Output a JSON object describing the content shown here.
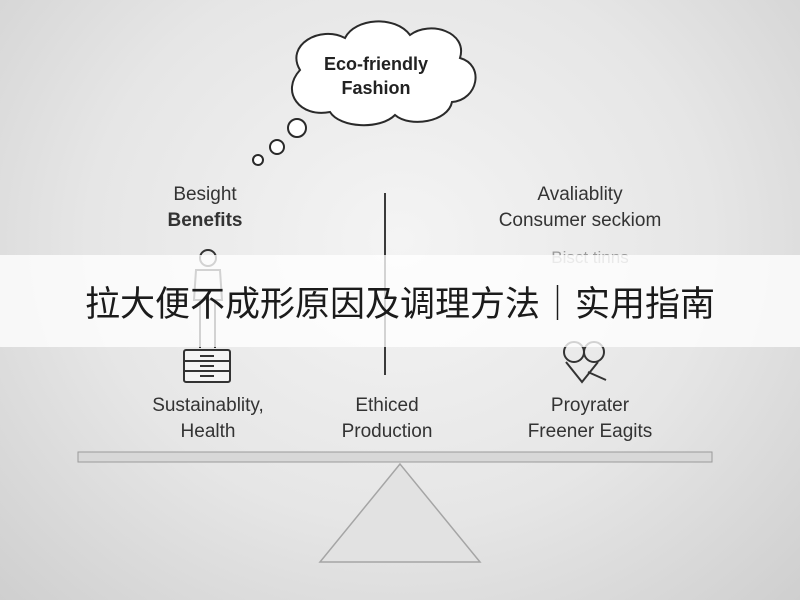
{
  "thought_bubble": {
    "line1": "Eco-friendly",
    "line2": "Fashion"
  },
  "left_top": {
    "line1": "Besight",
    "line2": "Benefits"
  },
  "right_top": {
    "line1": "Avaliablity",
    "line2": "Consumer seckiom"
  },
  "right_mid_faded": "Bisct tinns",
  "left_bottom": {
    "line1": "Sustainablity,",
    "line2": "Health"
  },
  "center_bottom": {
    "line1": "Ethiced",
    "line2": "Production"
  },
  "right_bottom": {
    "line1": "Proyrater",
    "line2": "Freener Eagits"
  },
  "banner": {
    "title": "拉大便不成形原因及调理方法｜实用指南"
  },
  "icons": [
    "thought-cloud-icon",
    "person-figure-icon",
    "stacked-drawers-icon",
    "hands-gesture-icon",
    "seesaw-fulcrum-icon"
  ]
}
